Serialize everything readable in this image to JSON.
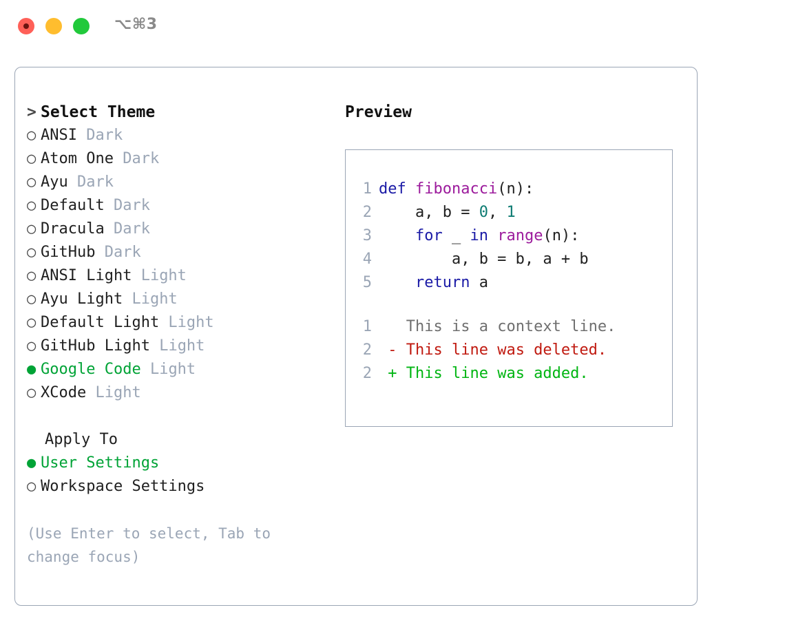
{
  "titlebar": {
    "shortcut": "⌥⌘3",
    "buttons": {
      "close": "close-button",
      "minimize": "minimize-button",
      "maximize": "maximize-button"
    }
  },
  "theme_picker": {
    "header_prefix": "> ",
    "header": "Select Theme",
    "bullet_unselected": "○",
    "bullet_selected": "●",
    "items": [
      {
        "name": "ANSI",
        "kind": "Dark",
        "selected": false
      },
      {
        "name": "Atom One",
        "kind": "Dark",
        "selected": false
      },
      {
        "name": "Ayu",
        "kind": "Dark",
        "selected": false
      },
      {
        "name": "Default",
        "kind": "Dark",
        "selected": false
      },
      {
        "name": "Dracula",
        "kind": "Dark",
        "selected": false
      },
      {
        "name": "GitHub",
        "kind": "Dark",
        "selected": false
      },
      {
        "name": "ANSI Light",
        "kind": "Light",
        "selected": false
      },
      {
        "name": "Ayu Light",
        "kind": "Light",
        "selected": false
      },
      {
        "name": "Default Light",
        "kind": "Light",
        "selected": false
      },
      {
        "name": "GitHub Light",
        "kind": "Light",
        "selected": false
      },
      {
        "name": "Google Code",
        "kind": "Light",
        "selected": true
      },
      {
        "name": "XCode",
        "kind": "Light",
        "selected": false
      }
    ]
  },
  "apply_to": {
    "header": "Apply To",
    "items": [
      {
        "name": "User Settings",
        "selected": true
      },
      {
        "name": "Workspace Settings",
        "selected": false
      }
    ]
  },
  "hint": {
    "text": "(Use Enter to select, Tab to change focus)"
  },
  "preview": {
    "header": "Preview",
    "code_lines": [
      {
        "no": "1",
        "tokens": [
          {
            "t": "def",
            "c": "kw"
          },
          {
            "t": " ",
            "c": "pl"
          },
          {
            "t": "fibonacci",
            "c": "fn"
          },
          {
            "t": "(n):",
            "c": "pl"
          }
        ]
      },
      {
        "no": "2",
        "tokens": [
          {
            "t": "    a, b = ",
            "c": "pl"
          },
          {
            "t": "0",
            "c": "num"
          },
          {
            "t": ", ",
            "c": "pl"
          },
          {
            "t": "1",
            "c": "num"
          }
        ]
      },
      {
        "no": "3",
        "tokens": [
          {
            "t": "    ",
            "c": "pl"
          },
          {
            "t": "for",
            "c": "kw"
          },
          {
            "t": " _ ",
            "c": "pl"
          },
          {
            "t": "in",
            "c": "kw"
          },
          {
            "t": " ",
            "c": "pl"
          },
          {
            "t": "range",
            "c": "fn"
          },
          {
            "t": "(n):",
            "c": "pl"
          }
        ]
      },
      {
        "no": "4",
        "tokens": [
          {
            "t": "        a, b = b, a + b",
            "c": "pl"
          }
        ]
      },
      {
        "no": "5",
        "tokens": [
          {
            "t": "    ",
            "c": "pl"
          },
          {
            "t": "return",
            "c": "kw"
          },
          {
            "t": " a",
            "c": "pl"
          }
        ]
      }
    ],
    "diff_lines": [
      {
        "no": "1",
        "marker": "  ",
        "text": "This is a context line.",
        "kind": "ctx"
      },
      {
        "no": "2",
        "marker": "- ",
        "text": "This line was deleted.",
        "kind": "del"
      },
      {
        "no": "2",
        "marker": "+ ",
        "text": "This line was added.",
        "kind": "add"
      }
    ]
  },
  "colors": {
    "accent_green": "#00A336",
    "muted": "#9aa5b5",
    "keyword": "#1a1aa6",
    "function": "#9c1b9c",
    "number": "#0d7b72",
    "diff_add": "#00b512",
    "diff_del": "#c01a10",
    "border": "#9aa5b5"
  }
}
